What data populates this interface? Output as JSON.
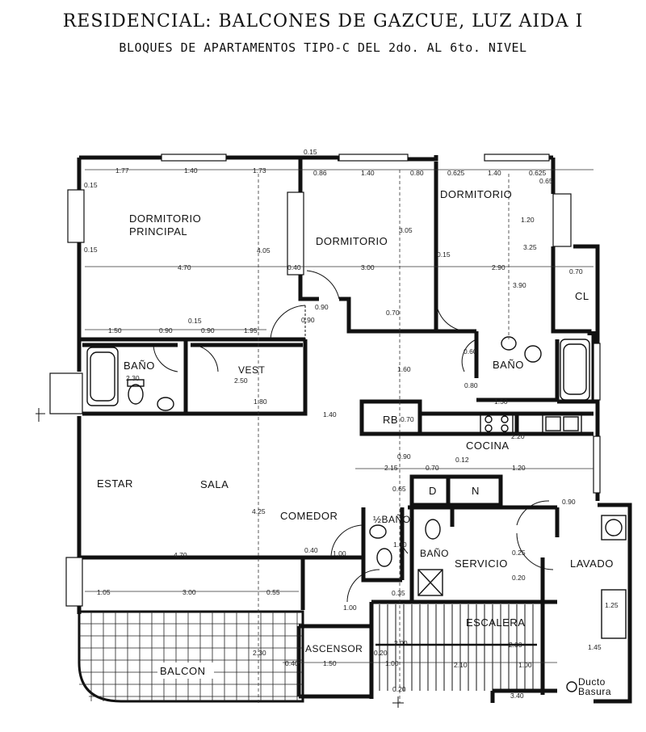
{
  "header": {
    "title": "RESIDENCIAL: BALCONES DE GAZCUE, LUZ AIDA I",
    "subtitle": "BLOQUES DE APARTAMENTOS TIPO-C DEL 2do. AL 6to. NIVEL"
  },
  "rooms": {
    "dormitorio_principal_1": "DORMITORIO",
    "dormitorio_principal_2": "PRINCIPAL",
    "dormitorio_2": "DORMITORIO",
    "dormitorio_3": "DORMITORIO",
    "cl": "CL",
    "bano_1": "BAÑO",
    "vest": "VEST",
    "bano_2": "BAÑO",
    "rb": "RB",
    "cocina": "COCINA",
    "estar": "ESTAR",
    "sala": "SALA",
    "comedor": "COMEDOR",
    "medio_bano": "½BAÑO",
    "d": "D",
    "n": "N",
    "bano_servicio": "BAÑO",
    "servicio": "SERVICIO",
    "lavado": "LAVADO",
    "escalera": "ESCALERA",
    "ascensor": "ASCENSOR",
    "balcon": "BALCON",
    "ducto_1": "Ducto",
    "ducto_2": "Basura"
  },
  "dimensions": {
    "d_015_top": "0.15",
    "d_177": "1.77",
    "d_140a": "1.40",
    "d_173": "1.73",
    "d_086": "0.86",
    "d_140b": "1.40",
    "d_080": "0.80",
    "d_0625a": "0.625",
    "d_140c": "1.40",
    "d_0625b": "0.625",
    "d_065": "0.65",
    "d_015_l1": "0.15",
    "d_015_l2": "0.15",
    "d_470a": "4.70",
    "d_405": "4.05",
    "d_040": "0.40",
    "d_300": "3.00",
    "d_305": "3.05",
    "d_015_m": "0.15",
    "d_290": "2.90",
    "d_070a": "0.70",
    "d_120": "1.20",
    "d_325": "3.25",
    "d_390": "3.90",
    "d_090a": "0.90",
    "d_090b": "0.90",
    "d_070b": "0.70",
    "d_150": "1.50",
    "d_090c": "0.90",
    "d_015_c": "0.15",
    "d_090d": "0.90",
    "d_195": "1.95",
    "d_060": "0.60",
    "d_080b": "0.80",
    "d_230": "2.30",
    "d_250": "2.50",
    "d_180": "1.80",
    "d_160": "1.60",
    "d_150b": "1.50",
    "d_140d": "1.40",
    "d_070c": "0.70",
    "d_220": "2.20",
    "d_090e": "0.90",
    "d_215": "2.15",
    "d_070d": "0.70",
    "d_012": "0.12",
    "d_120b": "1.20",
    "d_065b": "0.65",
    "d_090f": "0.90",
    "d_425": "4.25",
    "d_160b": "1.60",
    "d_025": "0.25",
    "d_020": "0.20",
    "d_470b": "4.70",
    "d_040b": "0.40",
    "d_100a": "1.00",
    "d_105": "1.05",
    "d_300b": "3.00",
    "d_055": "0.55",
    "d_035": "0.35",
    "d_100b": "1.00",
    "d_145": "1.45",
    "d_125": "1.25",
    "d_200a": "2.00",
    "d_200b": "2.00",
    "d_230b": "2.30",
    "d_040c": "0.40",
    "d_150c": "1.50",
    "d_020b": "0.20",
    "d_100c": "1.00",
    "d_210": "2.10",
    "d_100d": "1.00",
    "d_020c": "0.20",
    "d_340": "3.40"
  }
}
